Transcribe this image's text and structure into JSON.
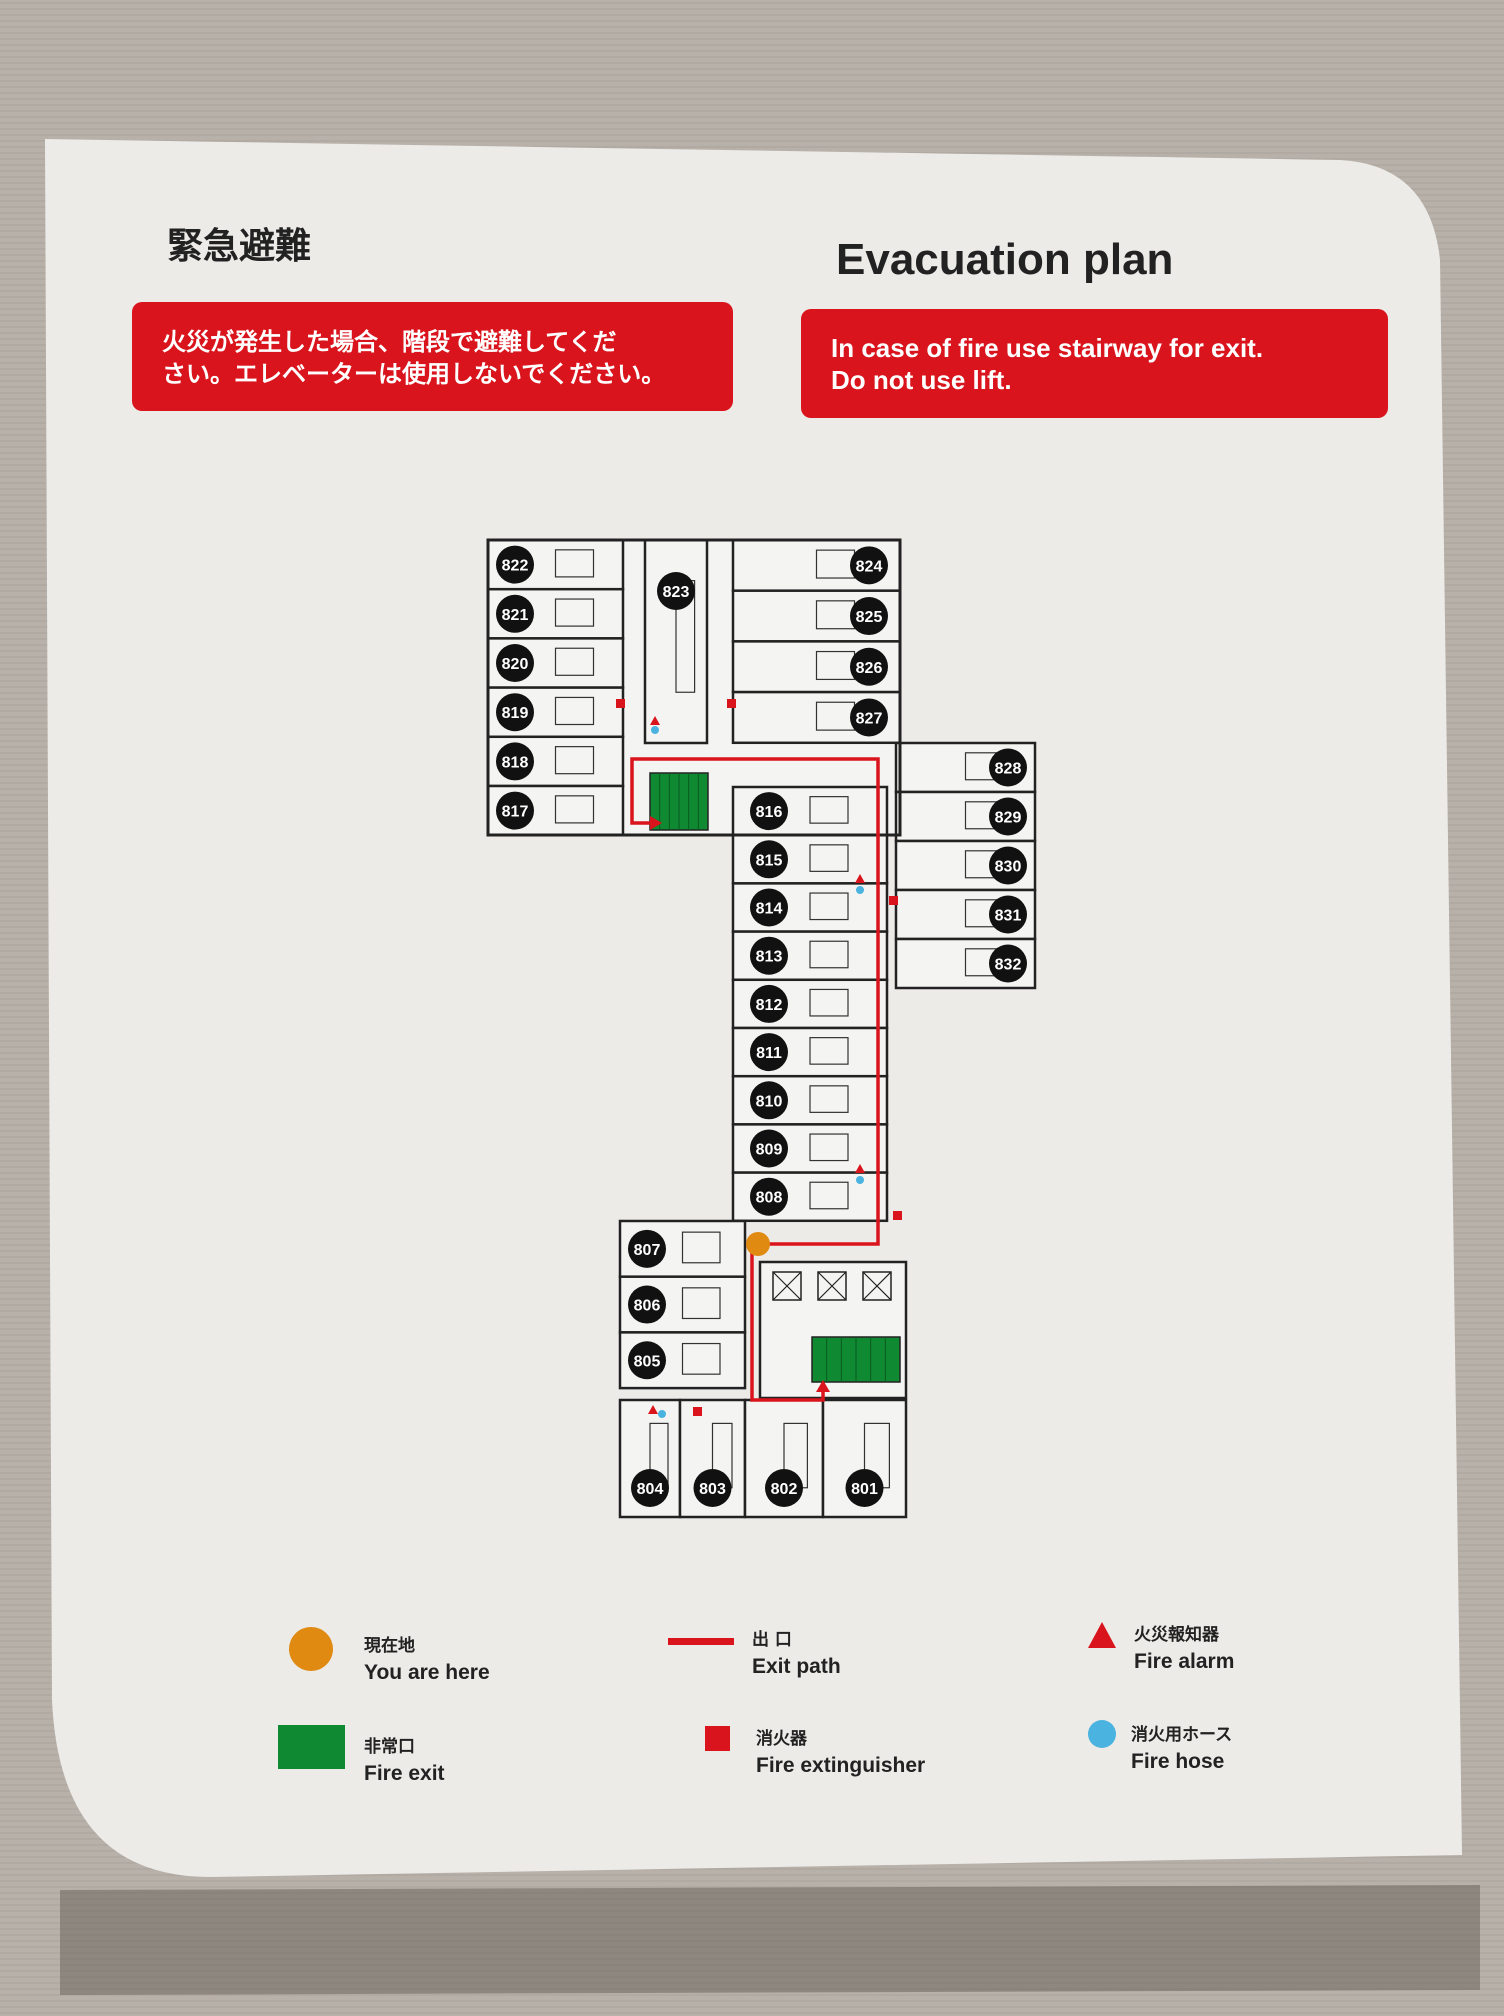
{
  "header": {
    "title_jp": "緊急避難",
    "title_en": "Evacuation plan",
    "notice_jp_line1": "火災が発生した場合、階段で避難してくだ",
    "notice_jp_line2": "さい。エレベーターは使用しないでください。",
    "notice_en_line1": "In case of fire use stairway for exit.",
    "notice_en_line2": "Do not use lift."
  },
  "floor_plan": {
    "rooms": [
      "822",
      "821",
      "820",
      "819",
      "818",
      "817",
      "823",
      "824",
      "825",
      "826",
      "827",
      "828",
      "829",
      "830",
      "831",
      "832",
      "816",
      "815",
      "814",
      "813",
      "812",
      "811",
      "810",
      "809",
      "808",
      "807",
      "806",
      "805",
      "804",
      "803",
      "802",
      "801"
    ]
  },
  "legend": {
    "you_are_here": {
      "jp": "現在地",
      "en": "You are here",
      "color": "#e08a12"
    },
    "exit_path": {
      "jp": "出 口",
      "en": "Exit path",
      "color": "#d9141c"
    },
    "fire_alarm": {
      "jp": "火災報知器",
      "en": "Fire alarm",
      "color": "#d9141c"
    },
    "fire_exit": {
      "jp": "非常口",
      "en": "Fire exit",
      "color": "#108a32"
    },
    "fire_extinguisher": {
      "jp": "消火器",
      "en": "Fire extinguisher",
      "color": "#d9141c"
    },
    "fire_hose": {
      "jp": "消火用ホース",
      "en": "Fire hose",
      "color": "#4ab3e0"
    }
  }
}
